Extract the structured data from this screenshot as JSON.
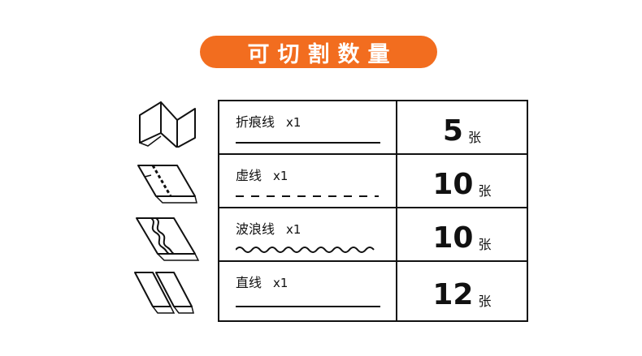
{
  "title": "可切割数量",
  "colors": {
    "accent": "#f26d1f",
    "ink": "#111111"
  },
  "rows": [
    {
      "icon": "fold-line-icon",
      "name": "折痕线",
      "multiplier": "x1",
      "line_style": "solid",
      "count": "5",
      "unit": "张"
    },
    {
      "icon": "dashed-line-icon",
      "name": "虚线",
      "multiplier": "x1",
      "line_style": "dashed",
      "count": "10",
      "unit": "张"
    },
    {
      "icon": "wavy-line-icon",
      "name": "波浪线",
      "multiplier": "x1",
      "line_style": "wavy",
      "count": "10",
      "unit": "张"
    },
    {
      "icon": "straight-line-icon",
      "name": "直线",
      "multiplier": "x1",
      "line_style": "solid",
      "count": "12",
      "unit": "张"
    }
  ]
}
